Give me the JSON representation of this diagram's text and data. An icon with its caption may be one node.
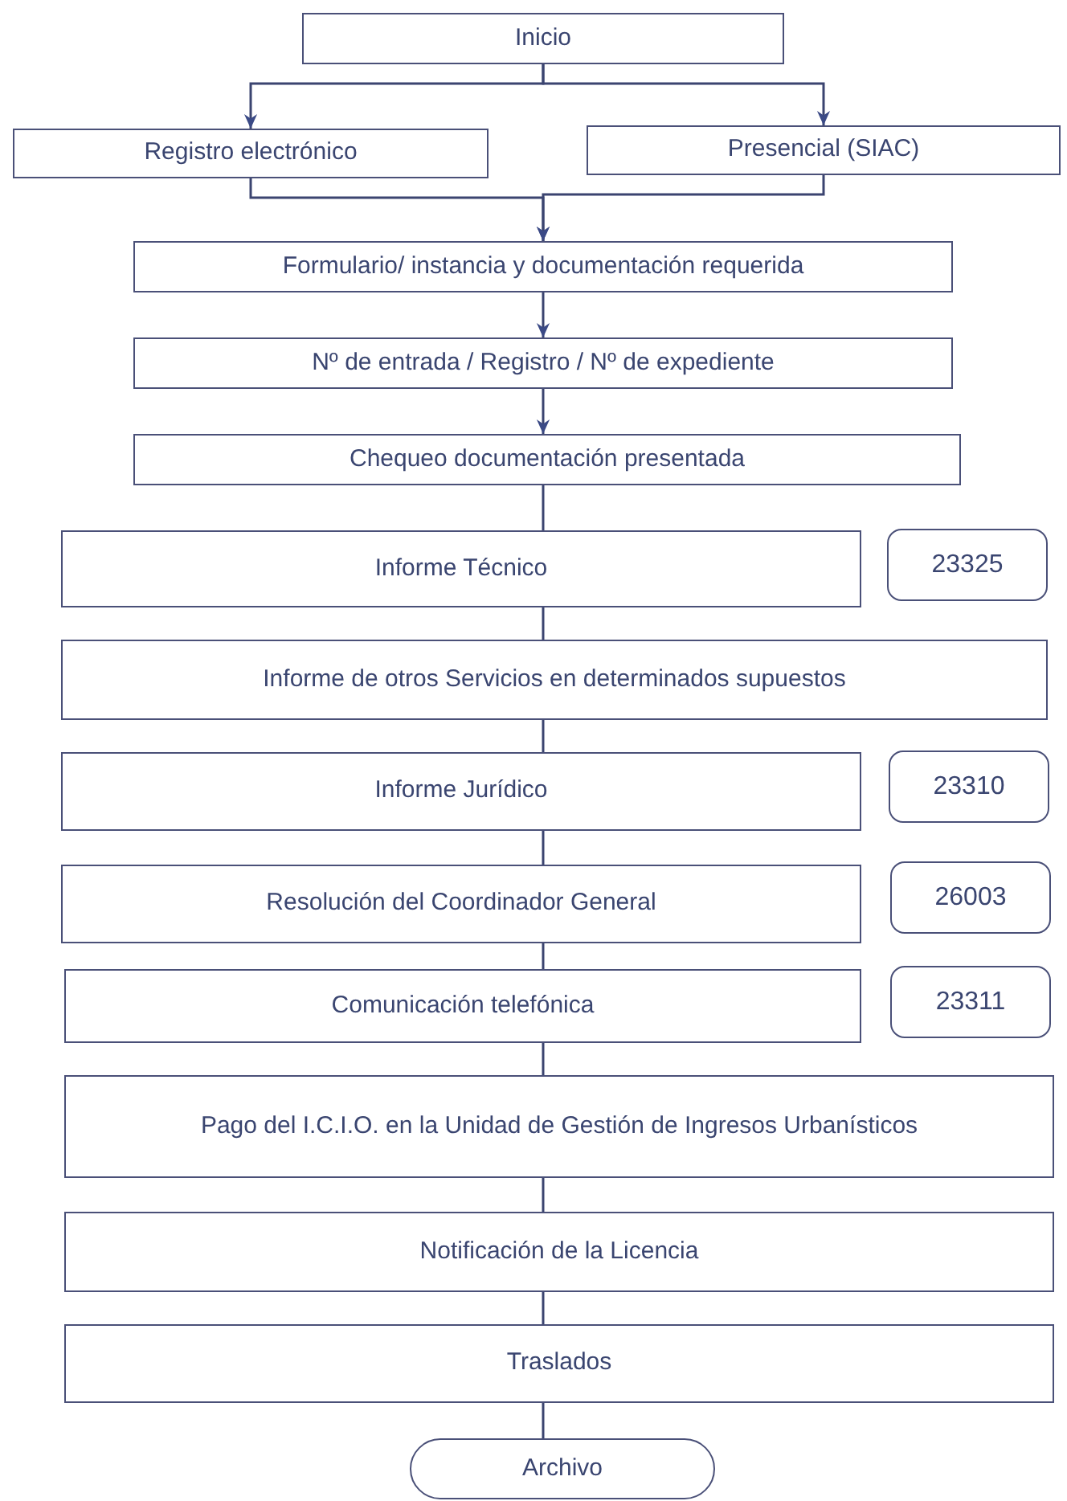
{
  "diagram": {
    "nodes": [
      {
        "text": [
          "Inicio"
        ]
      },
      {
        "text": [
          "Registro electrónico"
        ]
      },
      {
        "text": [
          "Presencial (SIAC)"
        ]
      },
      {
        "text": [
          "Formulario/ instancia y documentación requerida"
        ]
      },
      {
        "text": [
          "Nº de entrada / Registro / Nº de expediente"
        ]
      },
      {
        "text": [
          "Chequeo documentación presentada"
        ]
      },
      {
        "text": [
          "Informe Técnico"
        ]
      },
      {
        "text": [
          "23325"
        ]
      },
      {
        "text": [
          "Informe de otros Servicios en determinados supuestos"
        ]
      },
      {
        "text": [
          "Informe Jurídico"
        ]
      },
      {
        "text": [
          "23310"
        ]
      },
      {
        "text": [
          "Resolución del Coordinador General"
        ]
      },
      {
        "text": [
          "26003"
        ]
      },
      {
        "text": [
          "Comunicación telefónica"
        ]
      },
      {
        "text": [
          "23311"
        ]
      },
      {
        "text": [
          "Pago del I.C.I.O. en la Unidad de Gestión de Ingresos Urbanísticos"
        ]
      },
      {
        "text": [
          "Notificación de la Licencia"
        ]
      },
      {
        "text": [
          "Traslados"
        ]
      },
      {
        "text": [
          "Archivo"
        ]
      }
    ],
    "edges": [
      {
        "from": 0,
        "to": 1,
        "arrow": "to"
      },
      {
        "from": 0,
        "to": 2,
        "arrow": "to"
      },
      {
        "from": 1,
        "to": 3,
        "arrow": "to"
      },
      {
        "from": 2,
        "to": 3,
        "arrow": "to"
      },
      {
        "from": 3,
        "to": 4,
        "arrow": "to"
      },
      {
        "from": 4,
        "to": 5,
        "arrow": "to"
      },
      {
        "from": 5,
        "to": 6,
        "arrow": "none"
      },
      {
        "from": 6,
        "to": 8,
        "arrow": "none"
      },
      {
        "from": 8,
        "to": 9,
        "arrow": "none"
      },
      {
        "from": 9,
        "to": 11,
        "arrow": "none"
      },
      {
        "from": 11,
        "to": 13,
        "arrow": "none"
      },
      {
        "from": 13,
        "to": 15,
        "arrow": "none"
      },
      {
        "from": 15,
        "to": 16,
        "arrow": "none"
      },
      {
        "from": 16,
        "to": 17,
        "arrow": "none"
      },
      {
        "from": 17,
        "to": 18,
        "arrow": "none"
      }
    ]
  }
}
